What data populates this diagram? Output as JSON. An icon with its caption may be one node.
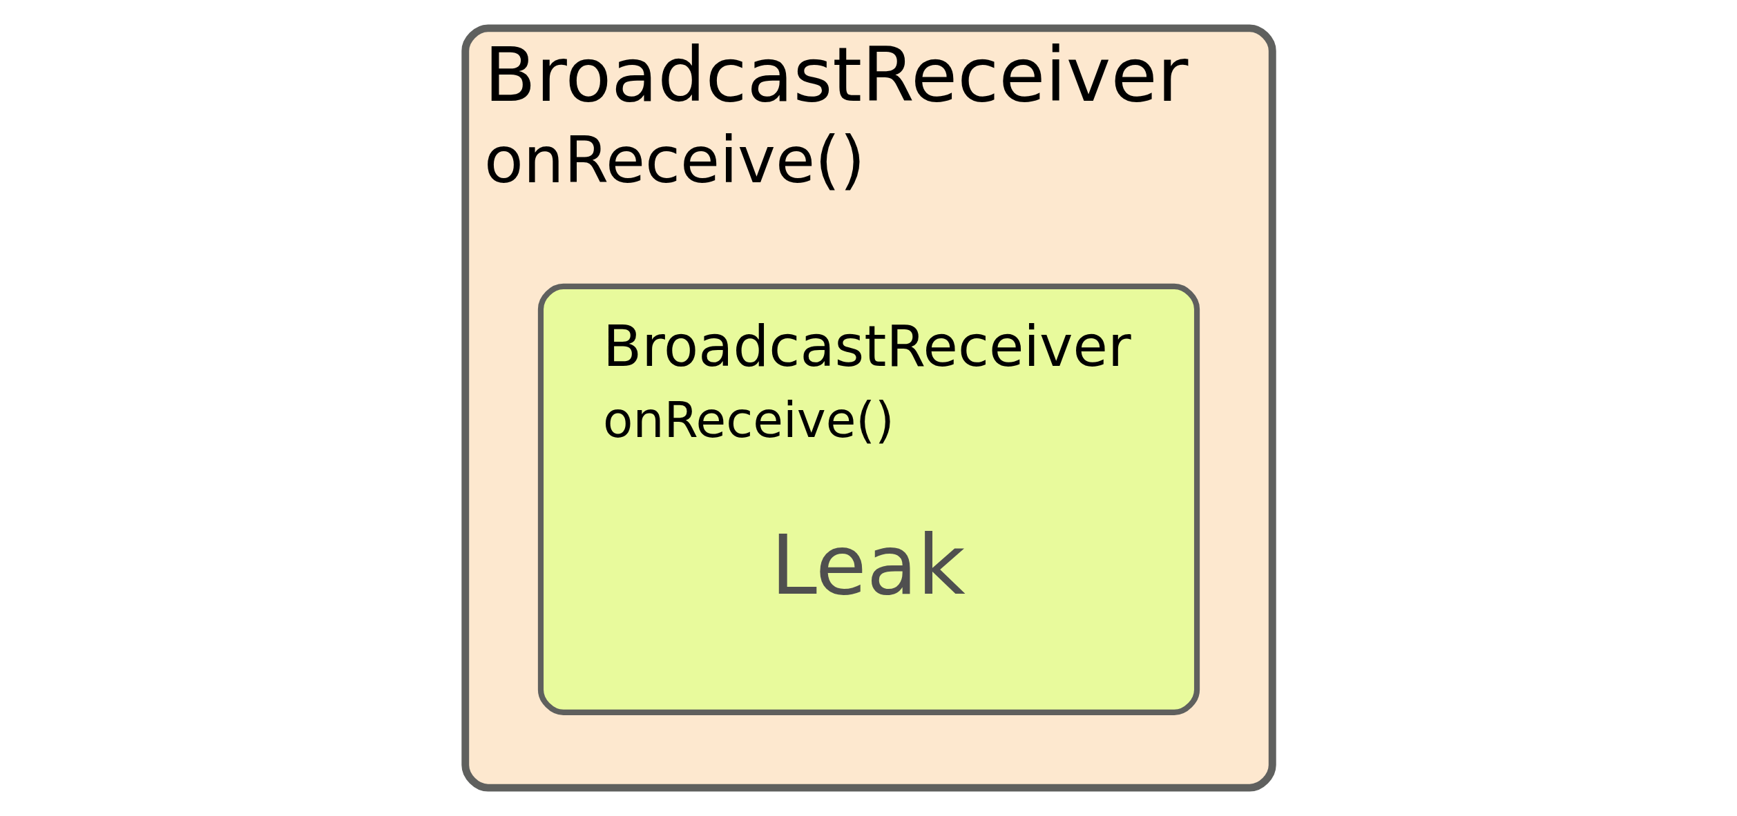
{
  "diagram": {
    "nodes": [
      {
        "text": [
          "BroadcastReceiver",
          "onReceive()"
        ]
      },
      {
        "text": [
          "BroadcastReceiver",
          "onReceive()",
          "Leak"
        ],
        "in": 0
      }
    ],
    "edges": []
  }
}
